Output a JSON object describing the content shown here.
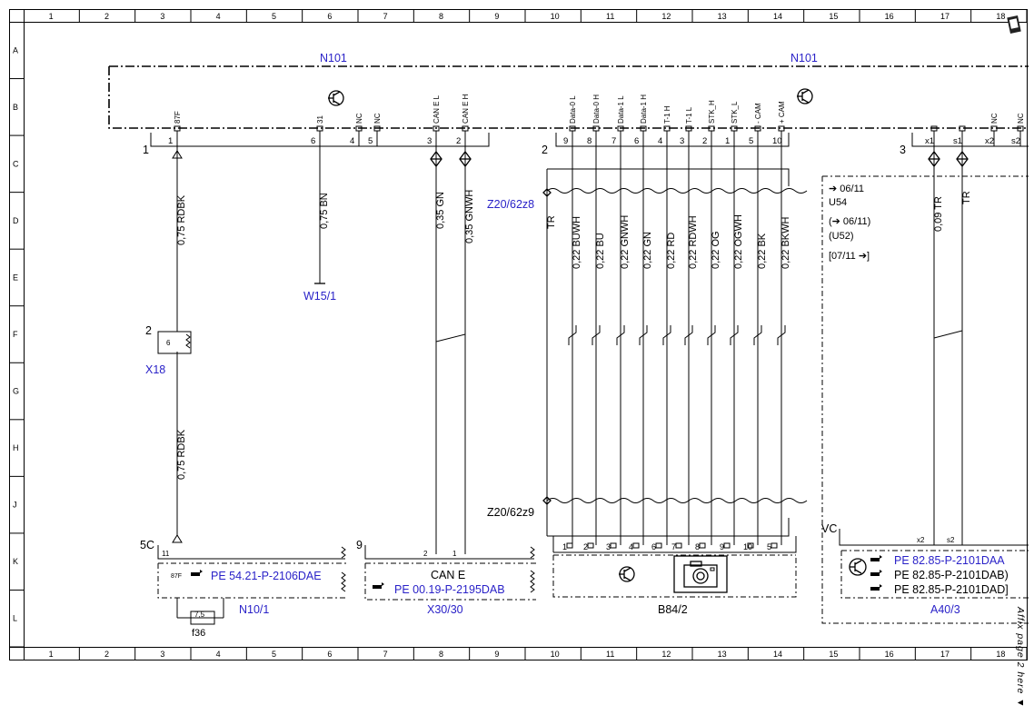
{
  "ruler": {
    "columns": [
      "1",
      "2",
      "3",
      "4",
      "5",
      "6",
      "7",
      "8",
      "9",
      "10",
      "11",
      "12",
      "13",
      "14",
      "15",
      "16",
      "17",
      "18"
    ],
    "rows": [
      "A",
      "B",
      "C",
      "D",
      "E",
      "F",
      "G",
      "H",
      "J",
      "K",
      "L"
    ]
  },
  "components": {
    "n101_left": "N101",
    "n101_right": "N101",
    "w15_1": "W15/1",
    "x18": "X18",
    "n10_1": "N10/1",
    "f36": "f36",
    "x30_30": "X30/30",
    "b84_2": "B84/2",
    "a40_3": "A40/3",
    "z20_top": "Z20/62z8",
    "z20_bottom": "Z20/62z9",
    "can_e": "CAN E"
  },
  "connectors": {
    "c1": "1",
    "c2": "2",
    "c3": "3",
    "x18_num": "2",
    "n10_num": "5C",
    "x30_num": "9",
    "vc": "VC"
  },
  "n101_pins_left": [
    {
      "name": "87F",
      "num": "1"
    },
    {
      "name": "31",
      "num": "6"
    },
    {
      "name": "NC",
      "num": "4"
    },
    {
      "name": "NC",
      "num": "5"
    },
    {
      "name": "CAN E L",
      "num": "3"
    },
    {
      "name": "CAN E H",
      "num": "2"
    }
  ],
  "n101_pins_mid": [
    {
      "name": "Data-0 L",
      "num": "9"
    },
    {
      "name": "Data-0 H",
      "num": "8"
    },
    {
      "name": "Data-1 L",
      "num": "7"
    },
    {
      "name": "Data-1 H",
      "num": "6"
    },
    {
      "name": "T-1 H",
      "num": "4"
    },
    {
      "name": "T-1 L",
      "num": "3"
    },
    {
      "name": "STK_H",
      "num": "2"
    },
    {
      "name": "STK_L",
      "num": "1"
    },
    {
      "name": "- CAM",
      "num": "5"
    },
    {
      "name": "+ CAM",
      "num": "10"
    }
  ],
  "n101_pins_right": [
    {
      "name": "",
      "num": "x1"
    },
    {
      "name": "",
      "num": "s1"
    },
    {
      "name": "NC",
      "num": "x2"
    },
    {
      "name": "NC",
      "num": "s2"
    }
  ],
  "wires": {
    "w1": "0,75 RDBK",
    "w1b": "0,75 RDBK",
    "w31": "0,75 BN",
    "wcanl": "0,35 GN",
    "wcanh": "0,35 GNWH",
    "tr_left": "TR",
    "mid": [
      "0,22 BUWH",
      "0,22 BU",
      "0,22 GNWH",
      "0,22 GN",
      "0,22 RD",
      "0,22 RDWH",
      "0,22 OG",
      "0,22 OGWH",
      "0,22 BK",
      "0,22 BKWH"
    ],
    "a40_1": "0,09 TR",
    "a40_2": "TR"
  },
  "x18_pin": "6",
  "n10": {
    "pin_num": "11",
    "pin_name": "87F",
    "ref": "PE 54.21-P-2106DAE"
  },
  "fuse_value": "7,5",
  "x30": {
    "pin1": "2",
    "pin2": "1",
    "ref": "PE 00.19-P-2195DAB"
  },
  "b84_pins": [
    "1",
    "2",
    "3",
    "4",
    "6",
    "7",
    "8",
    "9",
    "10",
    "5"
  ],
  "a40": {
    "pin1": "x2",
    "pin2": "s2",
    "refs": [
      "PE 82.85-P-2101DAA",
      "PE 82.85-P-2101DAB)",
      "PE 82.85-P-2101DAD]"
    ],
    "ref_prefix": [
      "",
      "(",
      "["
    ]
  },
  "model_notes": [
    "➔ 06/11",
    "U54",
    "(➔ 06/11)",
    "(U52)",
    "[07/11 ➔]"
  ],
  "side_note": "Affix page 2 here ▼"
}
